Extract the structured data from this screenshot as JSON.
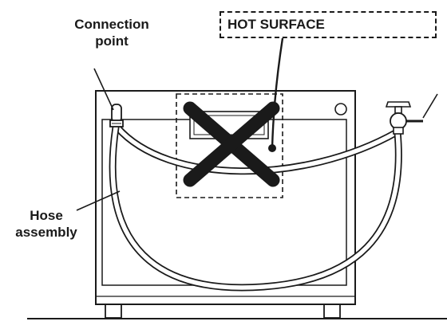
{
  "labels": {
    "connection_line1": "Connection",
    "connection_line2": "point",
    "hot_surface": "HOT SURFACE",
    "hose_line1": "Hose",
    "hose_line2": "assembly"
  },
  "icons": {
    "prohibited_mark": "x-mark-icon",
    "faucet": "faucet-icon",
    "fitting": "connection-fitting-icon"
  },
  "colors": {
    "ink": "#1a1a1a",
    "background": "#ffffff"
  }
}
